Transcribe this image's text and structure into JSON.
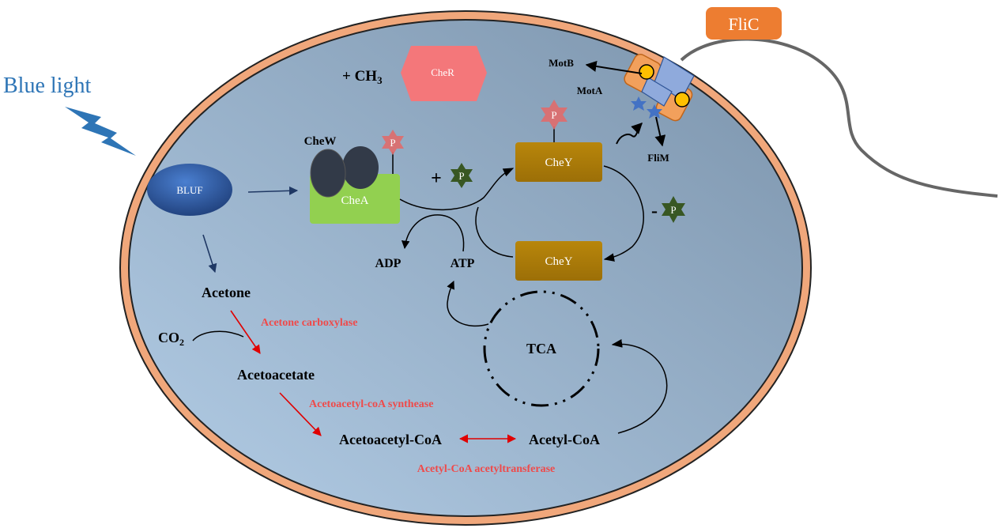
{
  "stimulus": {
    "label": "Blue light",
    "color": "#2e75b6"
  },
  "flagellin": {
    "label": "FliC"
  },
  "motor": {
    "motb_label": "MotB",
    "mota_label": "MotA",
    "flim_label": "FliM"
  },
  "methylation": {
    "prefix": "+ CH",
    "subscript": "3",
    "cher_label": "CheR"
  },
  "photoreceptor": {
    "label": "BLUF"
  },
  "chemotaxis": {
    "chew_label": "CheW",
    "chea_label": "CheA",
    "p_label": "P",
    "plus_sign": "+",
    "minus_sign": "-",
    "chey_top_label": "CheY",
    "chey_bottom_label": "CheY",
    "adp_label": "ADP",
    "atp_label": "ATP"
  },
  "metabolism": {
    "acetone": "Acetone",
    "co2_prefix": "CO",
    "co2_subscript": "2",
    "acetone_enzyme": "Acetone carboxylase",
    "acetoacetate": "Acetoacetate",
    "acetoacetate_enzyme": "Acetoacetyl-coA synthease",
    "acetoacetyl_coa": "Acetoacetyl-CoA",
    "acetyl_coa": "Acetyl-CoA",
    "transferase_enzyme": "Acetyl-CoA acetyltransferase",
    "tca": "TCA"
  },
  "colors": {
    "membrane": "#f0a77b",
    "cytoplasm_dark": "#7b93ab",
    "cytoplasm_light": "#b3cde6",
    "enzyme_text": "#ef4a4a",
    "chea": "#92d050",
    "chey": "#b8860b",
    "cher": "#f4777a",
    "bluf": "#2b5797",
    "phospho_dark": "#385723"
  }
}
